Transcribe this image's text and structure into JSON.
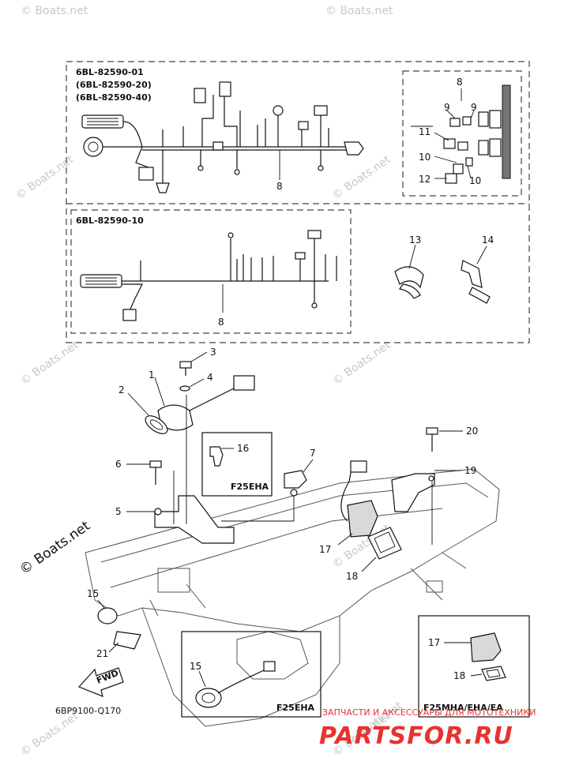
{
  "diagram": {
    "harness_box": {
      "codes": [
        "6BL-82590-01",
        "(6BL-82590-20)",
        "(6BL-82590-40)"
      ],
      "sub_code": "6BL-82590-10"
    },
    "callouts": {
      "c1": "1",
      "c2": "2",
      "c3": "3",
      "c4": "4",
      "c5": "5",
      "c6": "6",
      "c7": "7",
      "c8a": "8",
      "c8b": "8",
      "c8c": "8",
      "c9a": "9",
      "c9b": "9",
      "c10a": "10",
      "c10b": "10",
      "c11": "11",
      "c12": "12",
      "c13": "13",
      "c14": "14",
      "c15a": "15",
      "c15b": "15",
      "c16": "16",
      "c17a": "17",
      "c17b": "17",
      "c18a": "18",
      "c18b": "18",
      "c19": "19",
      "c20": "20",
      "c21": "21"
    },
    "model_labels": {
      "f25eha_upper": "F25EHA",
      "f25eha_lower": "F25EHA",
      "f25mha": "F25MHA/EHA/EA"
    },
    "fwd": "FWD",
    "diagram_code": "6BP9100-Q170",
    "watermark": "© Boats.net",
    "shop_tagline": "ЗАПЧАСТИ И АКСЕССУАРЫ ДЛЯ МОТОТЕХНИКИ",
    "shop_brand": "PARTSFOR.RU"
  }
}
